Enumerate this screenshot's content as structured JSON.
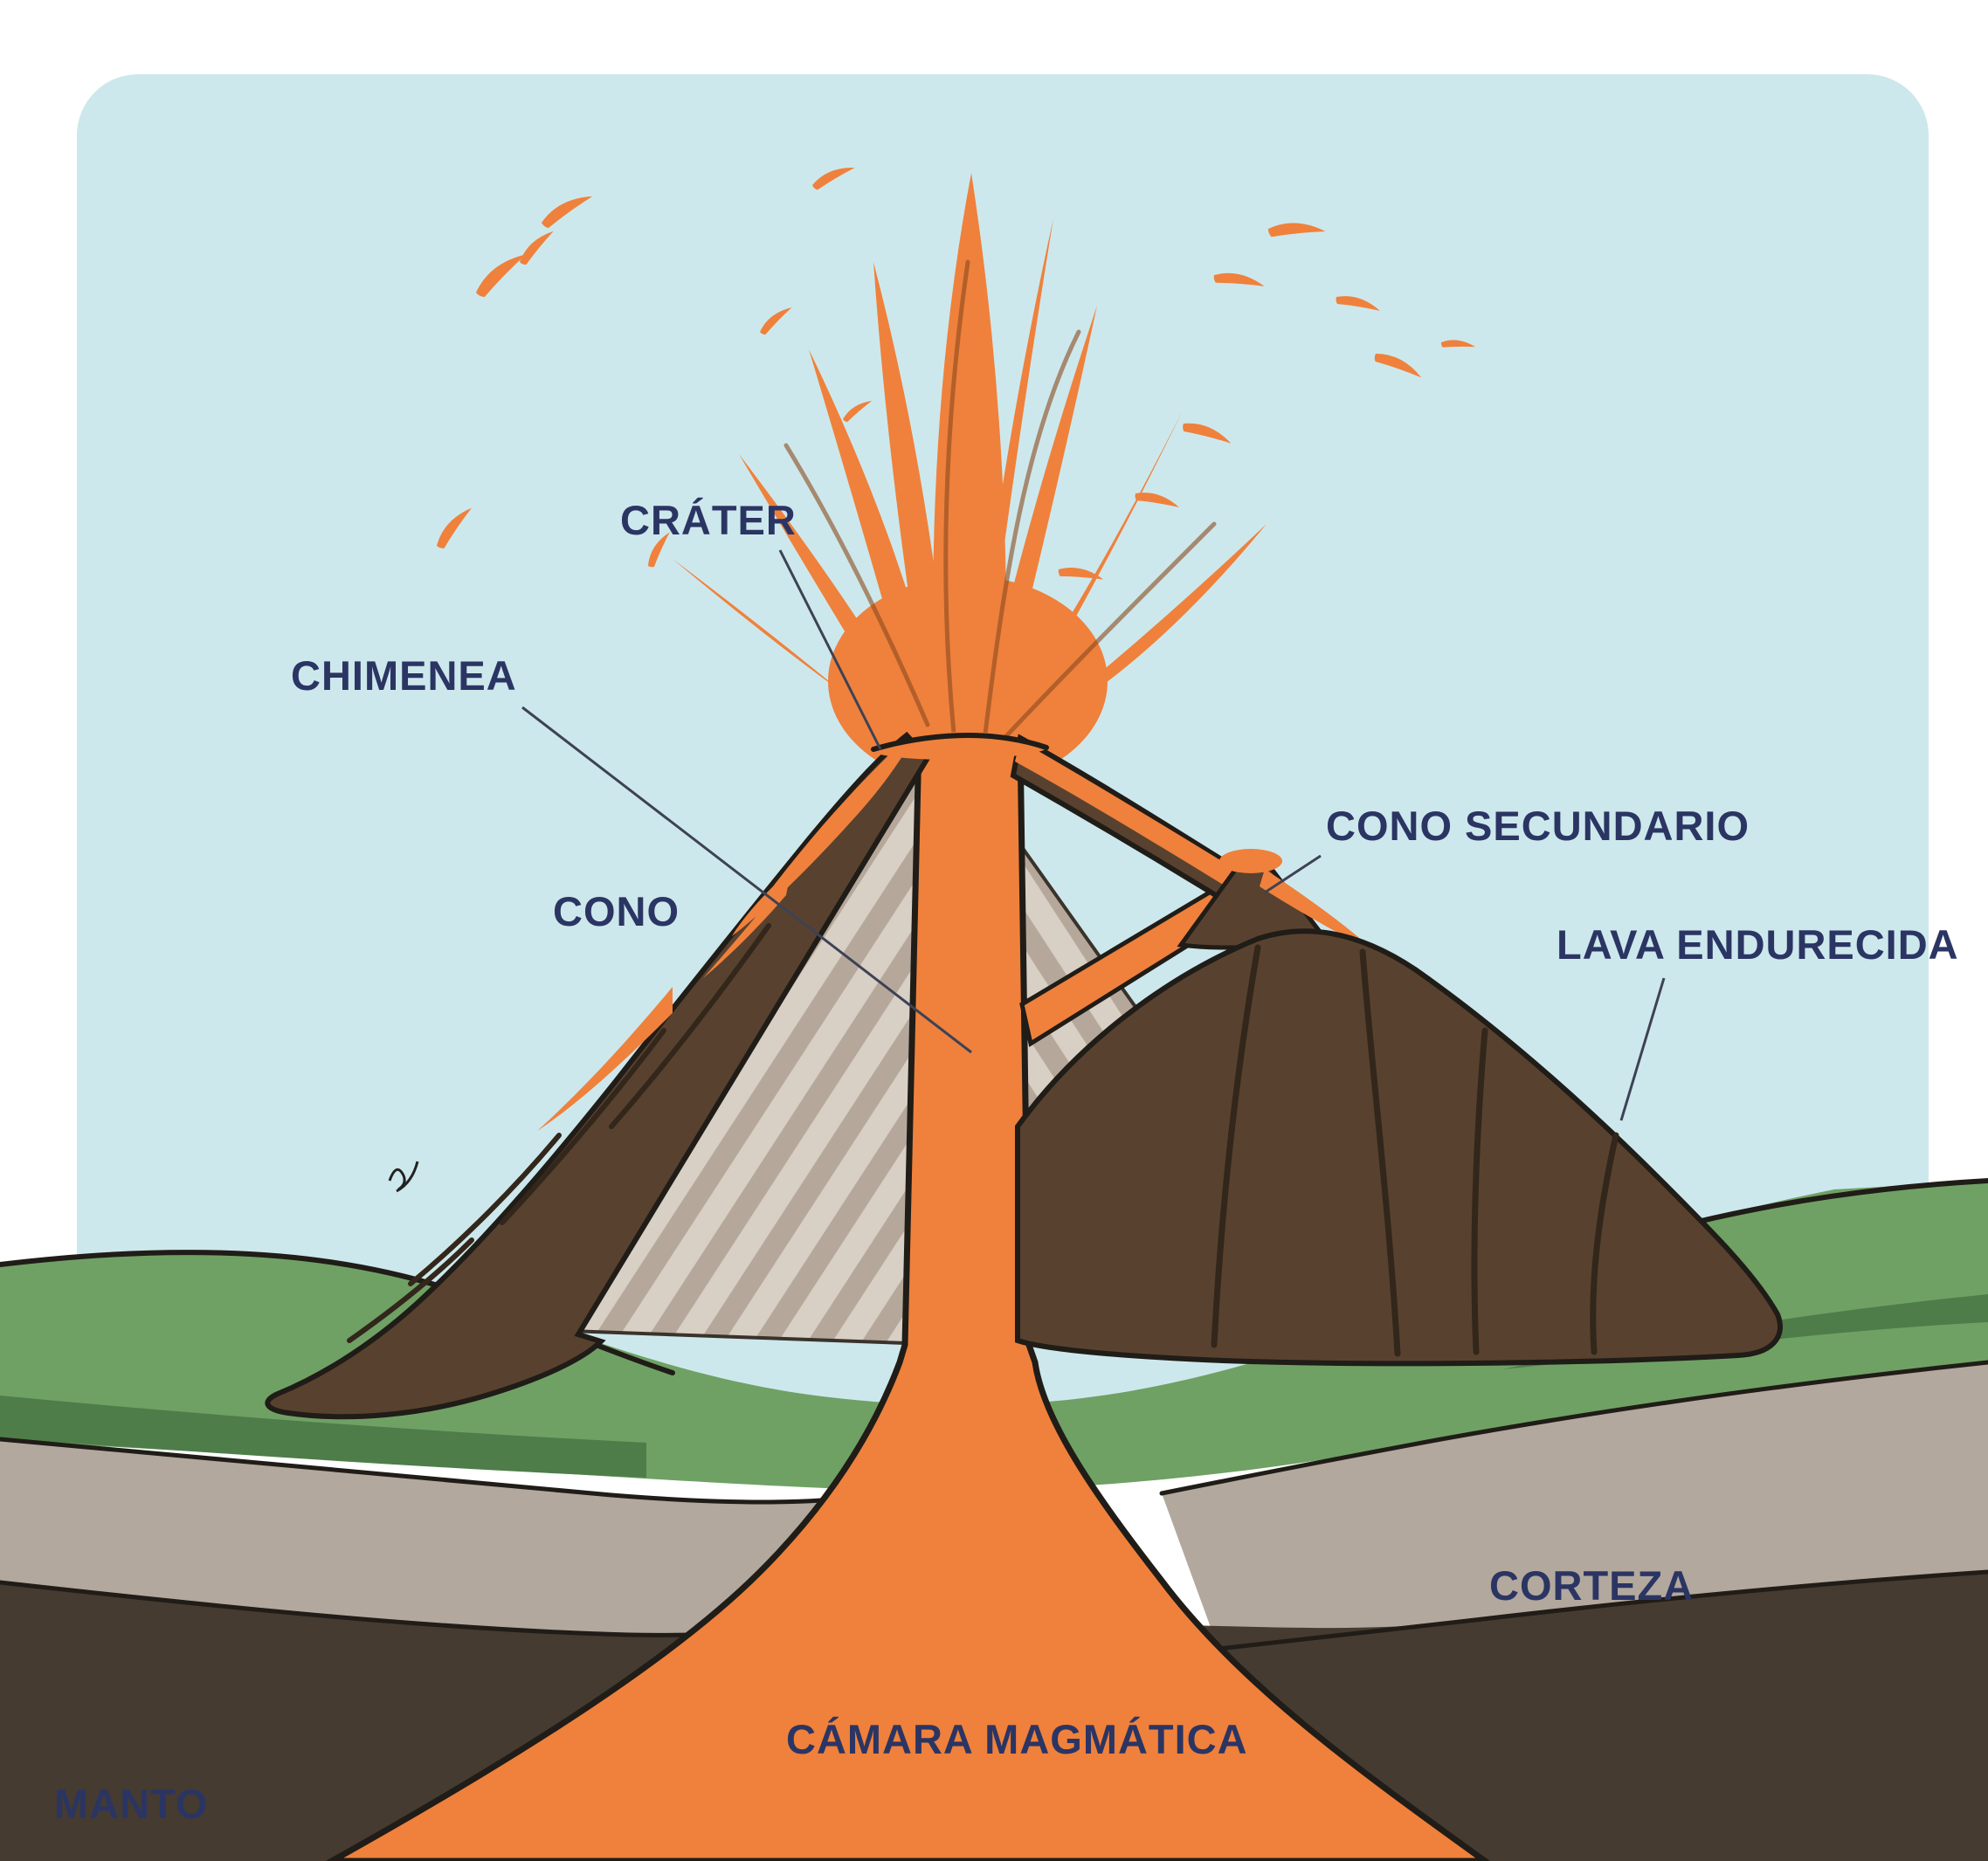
{
  "diagram": {
    "type": "volcano-cross-section-diagram",
    "language": "es",
    "labels": {
      "crater": "CRÁTER",
      "chimney": "CHIMENEA",
      "cone": "CONO",
      "secondary_cone": "CONO SECUNDARIO",
      "hardened_lava": "LAVA ENDURECIDA",
      "crust": "CORTEZA",
      "mantle": "MANTO",
      "magma_chamber": "CÁMARA MAGMÁTICA"
    },
    "colors": {
      "sky": "#cde8ec",
      "grass": "#6fa164",
      "grass_shadow": "#4e7d4a",
      "crust_rock": "#b2a89d",
      "mantle_rock": "#453b31",
      "magma": "#ef813c",
      "cone_rock": "#58422f",
      "interior_light": "#d8cfc5",
      "interior_stripe": "#b5a89b",
      "outline_ink": "#201c17",
      "label_text": "#2b3563",
      "leader_line": "#3d4254"
    }
  }
}
